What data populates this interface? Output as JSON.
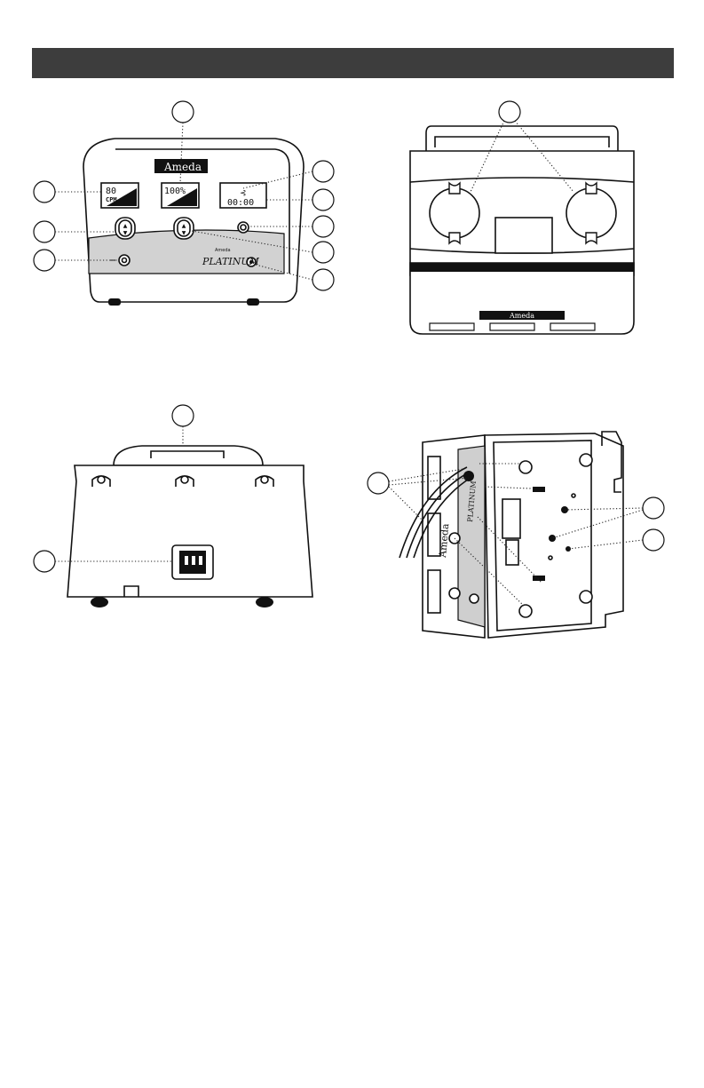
{
  "colors": {
    "header_bar": "#3d3d3d",
    "ink": "#111111",
    "panel_gray": "#cfcfcf"
  },
  "front_view": {
    "brand_name": "Ameda",
    "display_left_value": "80",
    "display_left_unit": "CPM",
    "display_center_value": "100%",
    "display_right_timer": "00:00",
    "logo_small": "Ameda",
    "logo_main": "PLATINUM"
  },
  "top_view": {
    "brand_name": "Ameda"
  },
  "side_view": {
    "label_vertical": "Ameda",
    "label_vertical_2": "PLATINUM"
  }
}
